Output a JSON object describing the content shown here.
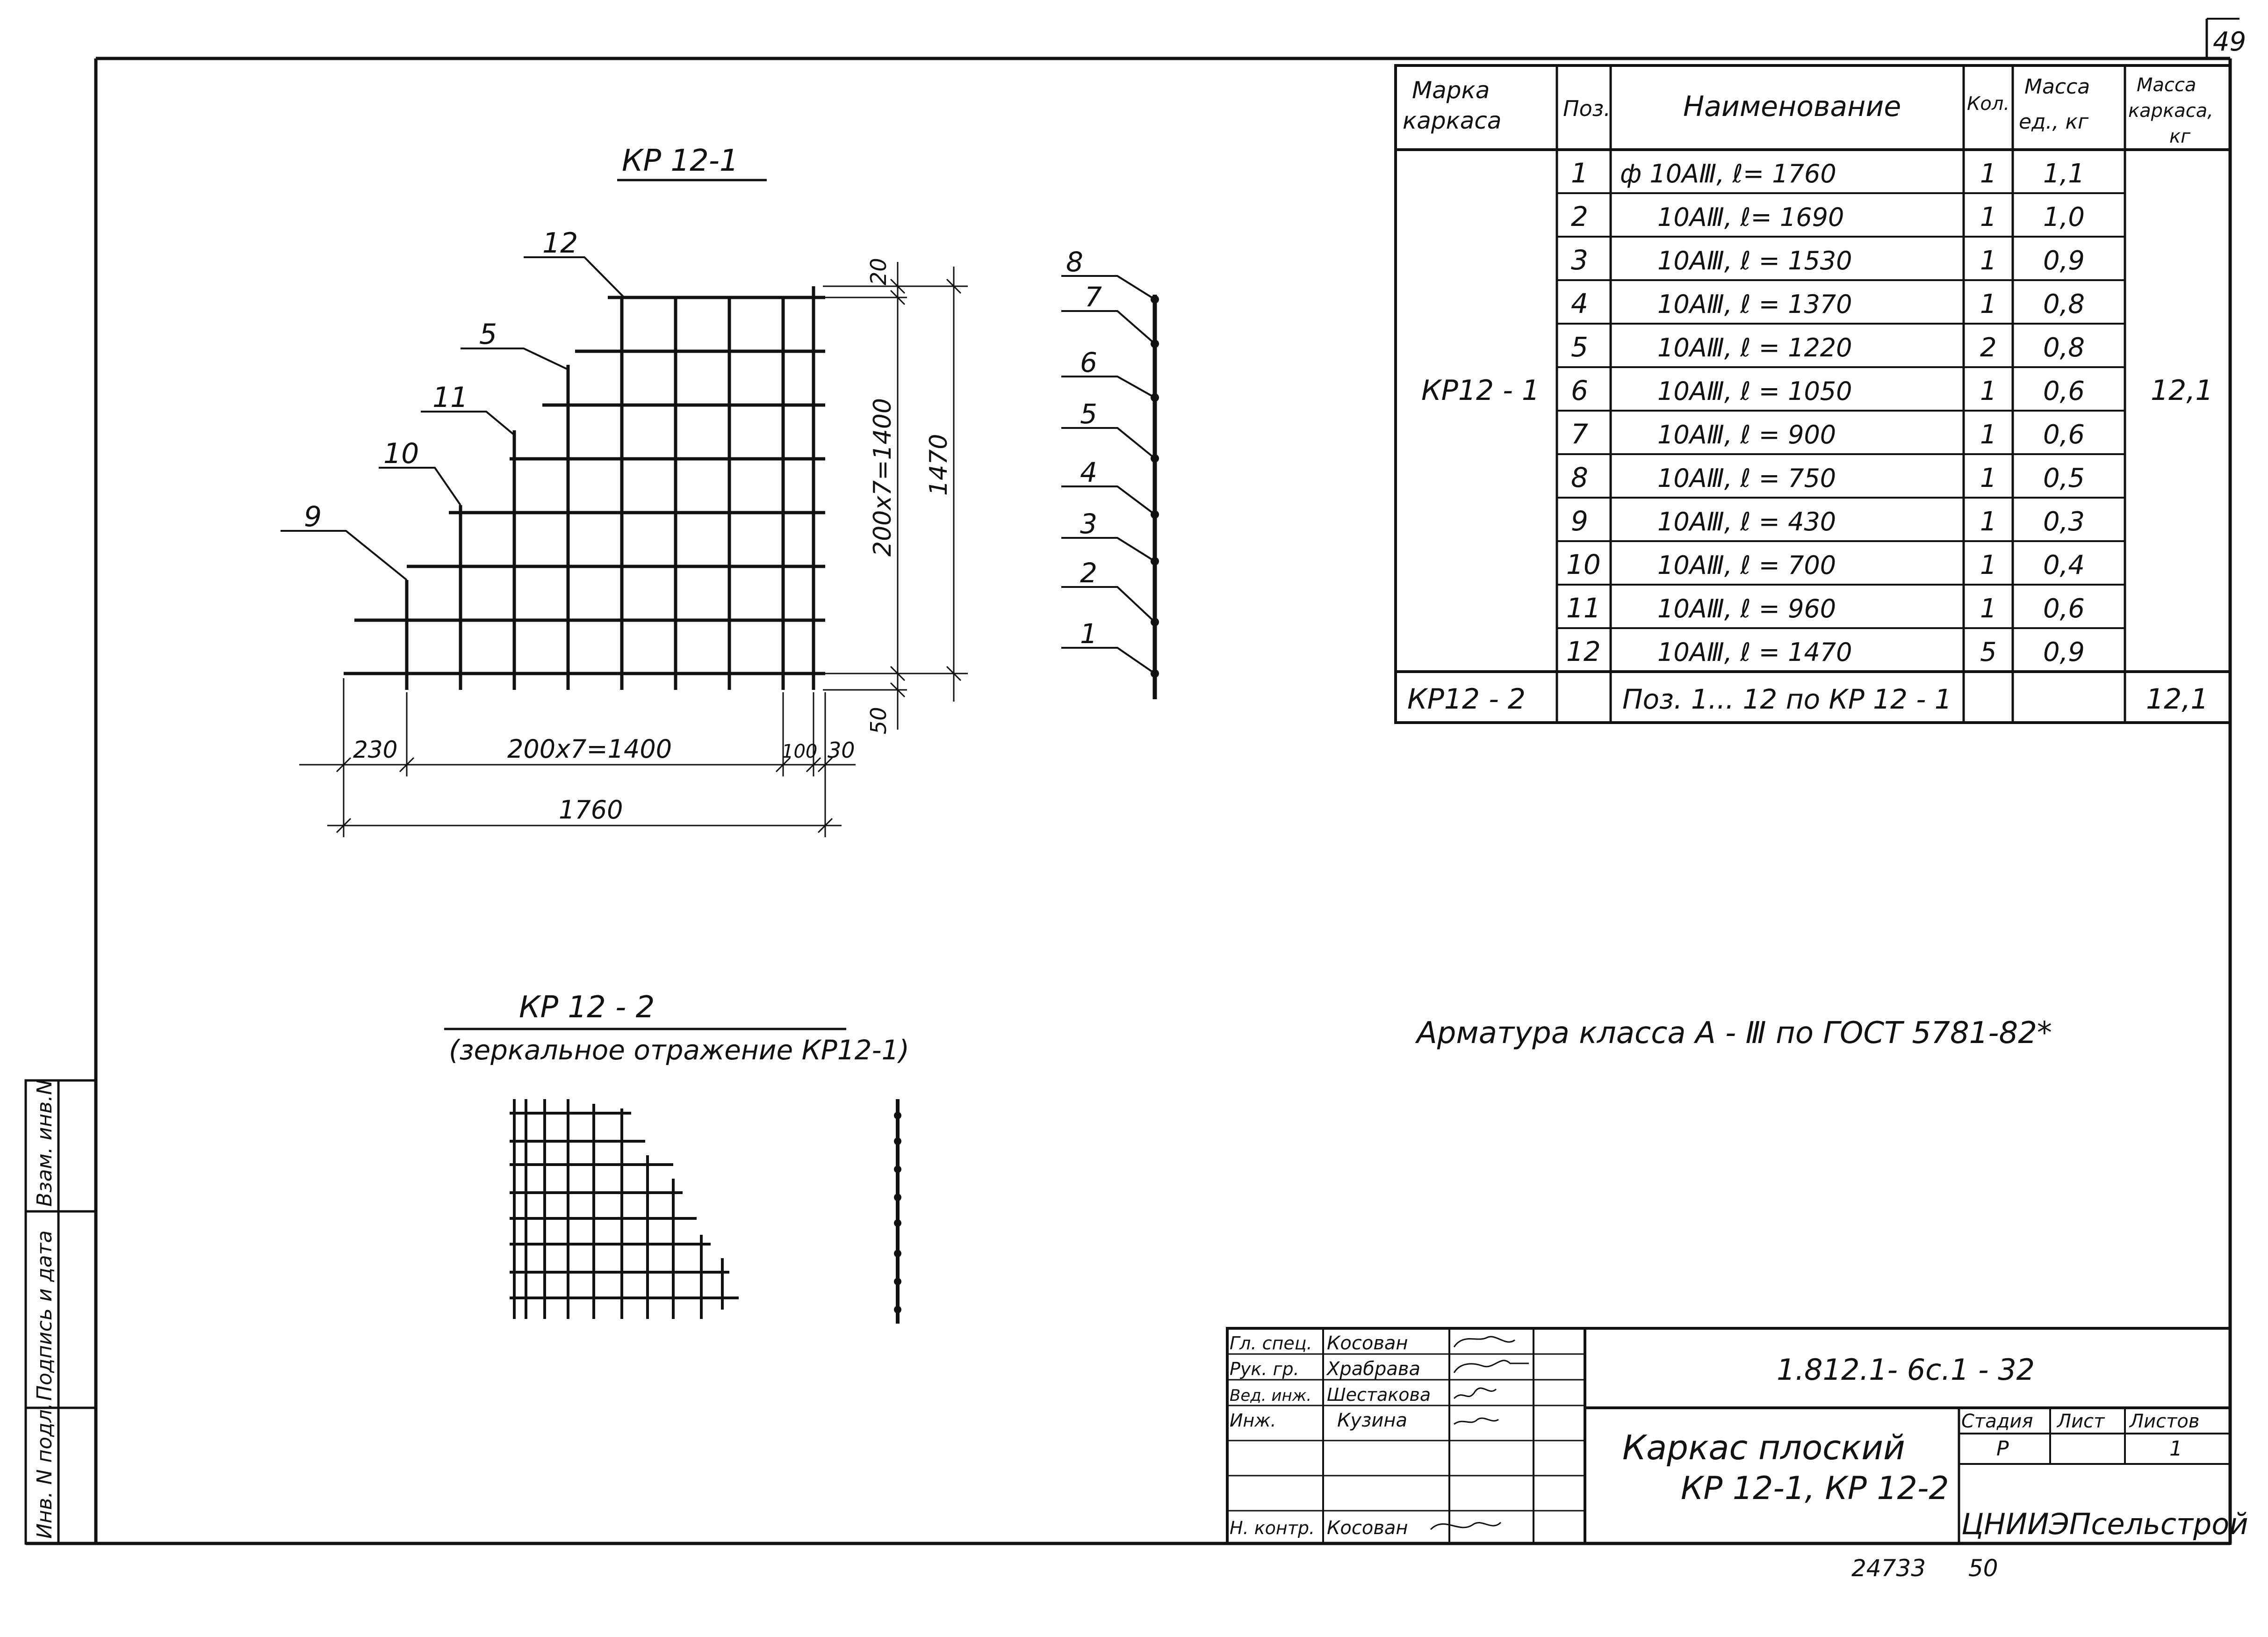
{
  "page": {
    "sheet_number": "49",
    "bottom_number_1": "24733",
    "bottom_number_2": "50"
  },
  "drawing_kp12_1": {
    "title": "КР 12-1",
    "position_labels": [
      "12",
      "5",
      "11",
      "10",
      "9"
    ],
    "side_labels": [
      "8",
      "7",
      "6",
      "5",
      "4",
      "3",
      "2",
      "1"
    ],
    "dims": {
      "top_gap": "20",
      "bottom_gap": "50",
      "vertical_spacing": "200х7=1400",
      "total_height": "1470",
      "left_offset": "230",
      "horizontal_spacing": "200х7=1400",
      "right_gap_1": "100",
      "right_gap_2": "30",
      "total_width": "1760"
    }
  },
  "drawing_kp12_2": {
    "title": "КР 12 - 2",
    "subtitle": "(зеркальное отражение КР12-1)"
  },
  "spec_table": {
    "headers": [
      "Марка каркаса",
      "Поз.",
      "Наименование",
      "Кол.",
      "Масса ед., кг",
      "Масса каркаса, кг"
    ],
    "group_mark": "КР12 - 1",
    "group_mass": "12,1",
    "rows": [
      {
        "pos": "1",
        "name": "ф 10АⅢ,  ℓ= 1760",
        "qty": "1",
        "mass": "1,1"
      },
      {
        "pos": "2",
        "name": "10АⅢ,  ℓ= 1690",
        "qty": "1",
        "mass": "1,0"
      },
      {
        "pos": "3",
        "name": "10АⅢ,  ℓ = 1530",
        "qty": "1",
        "mass": "0,9"
      },
      {
        "pos": "4",
        "name": "10АⅢ,  ℓ = 1370",
        "qty": "1",
        "mass": "0,8"
      },
      {
        "pos": "5",
        "name": "10АⅢ,  ℓ = 1220",
        "qty": "2",
        "mass": "0,8"
      },
      {
        "pos": "6",
        "name": "10АⅢ,  ℓ = 1050",
        "qty": "1",
        "mass": "0,6"
      },
      {
        "pos": "7",
        "name": "10АⅢ,  ℓ = 900",
        "qty": "1",
        "mass": "0,6"
      },
      {
        "pos": "8",
        "name": "10АⅢ,  ℓ = 750",
        "qty": "1",
        "mass": "0,5"
      },
      {
        "pos": "9",
        "name": "10АⅢ,  ℓ = 430",
        "qty": "1",
        "mass": "0,3"
      },
      {
        "pos": "10",
        "name": "10АⅢ,  ℓ = 700",
        "qty": "1",
        "mass": "0,4"
      },
      {
        "pos": "11",
        "name": "10АⅢ,  ℓ = 960",
        "qty": "1",
        "mass": "0,6"
      },
      {
        "pos": "12",
        "name": "10АⅢ,  ℓ = 1470",
        "qty": "5",
        "mass": "0,9"
      }
    ],
    "last_row": {
      "mark": "КР12 - 2",
      "name": "Поз. 1... 12 по КР 12 - 1",
      "mass": "12,1"
    }
  },
  "note": "Арматура класса А - Ⅲ по ГОСТ 5781-82*",
  "left_strip": [
    "Инв. N подл.",
    "Подпись и дата",
    "Взам. инв.N"
  ],
  "title_block": {
    "doc_code": "1.812.1- 6с.1 - 32",
    "title_line1": "Каркас плоский",
    "title_line2": "КР 12-1, КР 12-2",
    "stage_label": "Стадия",
    "sheet_label": "Лист",
    "sheets_label": "Листов",
    "stage": "Р",
    "sheets": "1",
    "org": "ЦНИИЭПсельстрой",
    "staff": [
      {
        "role": "Гл. спец.",
        "name": "Косован"
      },
      {
        "role": "Рук. гр.",
        "name": "Храбрава"
      },
      {
        "role": "Вед. инж.",
        "name": "Шестакова"
      },
      {
        "role": "Инж.",
        "name": "Кузина"
      },
      {
        "role": "",
        "name": ""
      },
      {
        "role": "",
        "name": ""
      },
      {
        "role": "Н. контр.",
        "name": "Косован"
      }
    ]
  }
}
